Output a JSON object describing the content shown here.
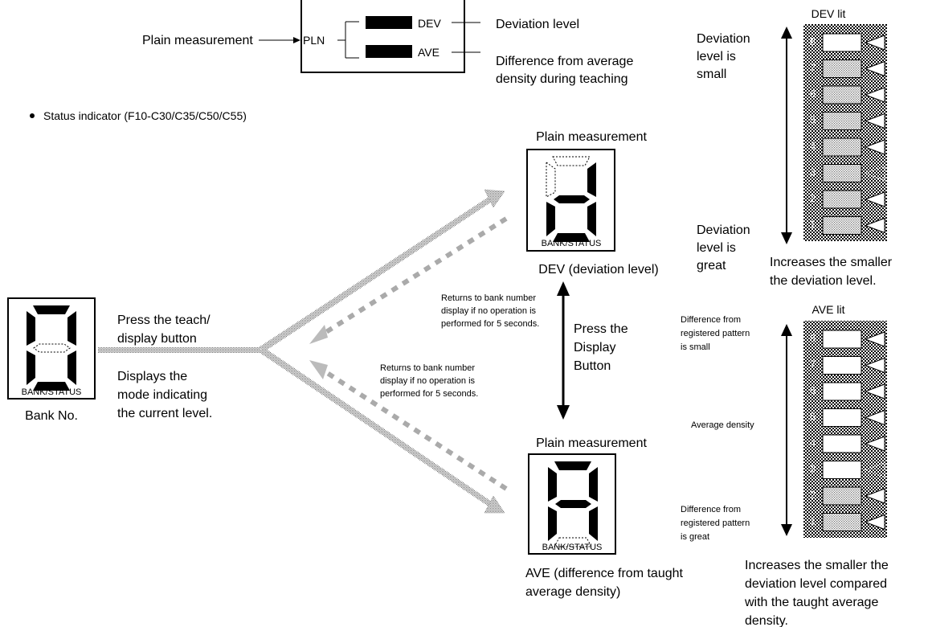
{
  "top_panel": {
    "left_label": "Plain measurement",
    "pln": "PLN",
    "dev": "DEV",
    "ave": "AVE",
    "dev_desc": "Deviation level",
    "ave_desc": [
      "Difference from average",
      "density during teaching"
    ]
  },
  "bullet": "Status indicator (F10-C30/C35/C50/C55)",
  "bank_display": {
    "caption": "BANK/STATUS",
    "below": "Bank No.",
    "press_label": [
      "Press the teach/",
      "display button"
    ],
    "mode_label": [
      "Displays the",
      "mode indicating",
      "the current level."
    ]
  },
  "dev_display": {
    "title": "Plain measurement",
    "caption": "BANK/STATUS",
    "below": "DEV (deviation level)"
  },
  "ave_display": {
    "title": "Plain measurement",
    "caption": "BANK/STATUS",
    "below": [
      "AVE (difference from taught",
      "average density)"
    ]
  },
  "return_note_1": [
    "Returns to bank number",
    "display if no operation is",
    "performed for 5 seconds."
  ],
  "return_note_2": [
    "Returns to bank number",
    "display if no operation is",
    "performed for 5 seconds."
  ],
  "press_display": [
    "Press the",
    "Display",
    "Button"
  ],
  "dev_bar": {
    "title": "DEV lit",
    "top_label": [
      "Deviation",
      "level is",
      "small"
    ],
    "bottom_label": [
      "Deviation",
      "level is",
      "great"
    ],
    "numbers": [
      "8",
      "7",
      "6",
      "5",
      "4",
      "3",
      "2",
      "1"
    ],
    "lit": [
      false,
      true,
      true,
      true,
      true,
      true,
      true,
      true
    ],
    "pointer_level": 3,
    "footer": [
      "Increases the smaller",
      "the deviation level."
    ]
  },
  "ave_bar": {
    "title": "AVE lit",
    "top_label": [
      "Difference from",
      "registered pattern",
      "is small"
    ],
    "middle_label": "Average density",
    "bottom_label": [
      "Difference from",
      "registered pattern",
      "is great"
    ],
    "numbers": [
      "8",
      "7",
      "6",
      "5",
      "4",
      "3",
      "2",
      "1"
    ],
    "lit": [
      false,
      false,
      false,
      false,
      false,
      false,
      true,
      true
    ],
    "pointer_level": 3,
    "footer": [
      "Increases the smaller the",
      "deviation level compared",
      "with the taught average",
      "density."
    ]
  }
}
